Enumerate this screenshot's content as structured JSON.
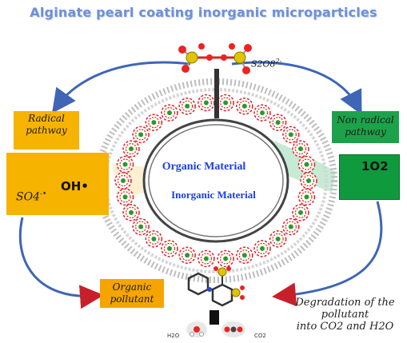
{
  "title": "Alginate pearl coating  inorganic microparticles",
  "persulfate": {
    "label": "S2O8",
    "charge": "2-"
  },
  "radical_pathway": {
    "line1": "Radical",
    "line2": "pathway"
  },
  "radical_species": {
    "sulfate": "SO4",
    "sulfate_charge": "-•",
    "hydroxyl": "OH•"
  },
  "nonradical_pathway": {
    "line1": "Non radical",
    "line2": "pathway"
  },
  "singlet_oxygen": {
    "label": "1O2"
  },
  "core": {
    "organic": "Organic Material",
    "inorganic": "Inorganic Material"
  },
  "organic_pollutant": {
    "line1": "Organic",
    "line2": "pollutant"
  },
  "degradation": {
    "line1": "Degradation of the",
    "line2": "pollutant",
    "line3": "into CO2 and H2O"
  },
  "products": {
    "water": "H2O",
    "carbon_dioxide": "CO2"
  },
  "colors": {
    "title": "#6f8fd8",
    "arrow": "#3f66b6",
    "radical_box": "#f6b300",
    "nonradical_box": "#1ca24a",
    "bead_ring": "#e02020",
    "bead_core": "#2a9a2a",
    "core_text": "#1a3ee6"
  }
}
